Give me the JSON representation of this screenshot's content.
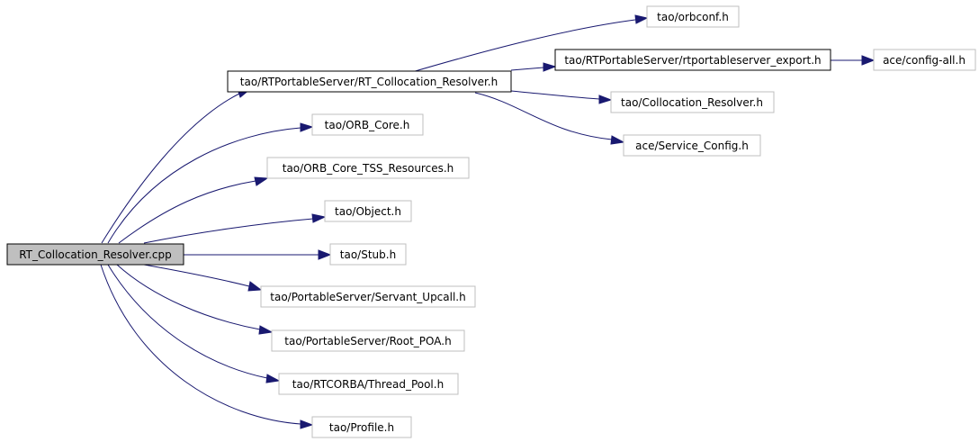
{
  "colors": {
    "edge": "#191970",
    "root_fill": "#bfbfbf",
    "node_border": "#bfbfbf",
    "highlight_border": "#000000"
  },
  "nodes": {
    "root": "RT_Collocation_Resolver.cpp",
    "rt_collocation_resolver_h": "tao/RTPortableServer/RT_Collocation_Resolver.h",
    "orbconf_h": "tao/orbconf.h",
    "rtportableserver_export_h": "tao/RTPortableServer/rtportableserver_export.h",
    "config_all_h": "ace/config-all.h",
    "collocation_resolver_h": "tao/Collocation_Resolver.h",
    "service_config_h": "ace/Service_Config.h",
    "orb_core_h": "tao/ORB_Core.h",
    "orb_core_tss_resources_h": "tao/ORB_Core_TSS_Resources.h",
    "object_h": "tao/Object.h",
    "stub_h": "tao/Stub.h",
    "servant_upcall_h": "tao/PortableServer/Servant_Upcall.h",
    "root_poa_h": "tao/PortableServer/Root_POA.h",
    "thread_pool_h": "tao/RTCORBA/Thread_Pool.h",
    "profile_h": "tao/Profile.h"
  }
}
